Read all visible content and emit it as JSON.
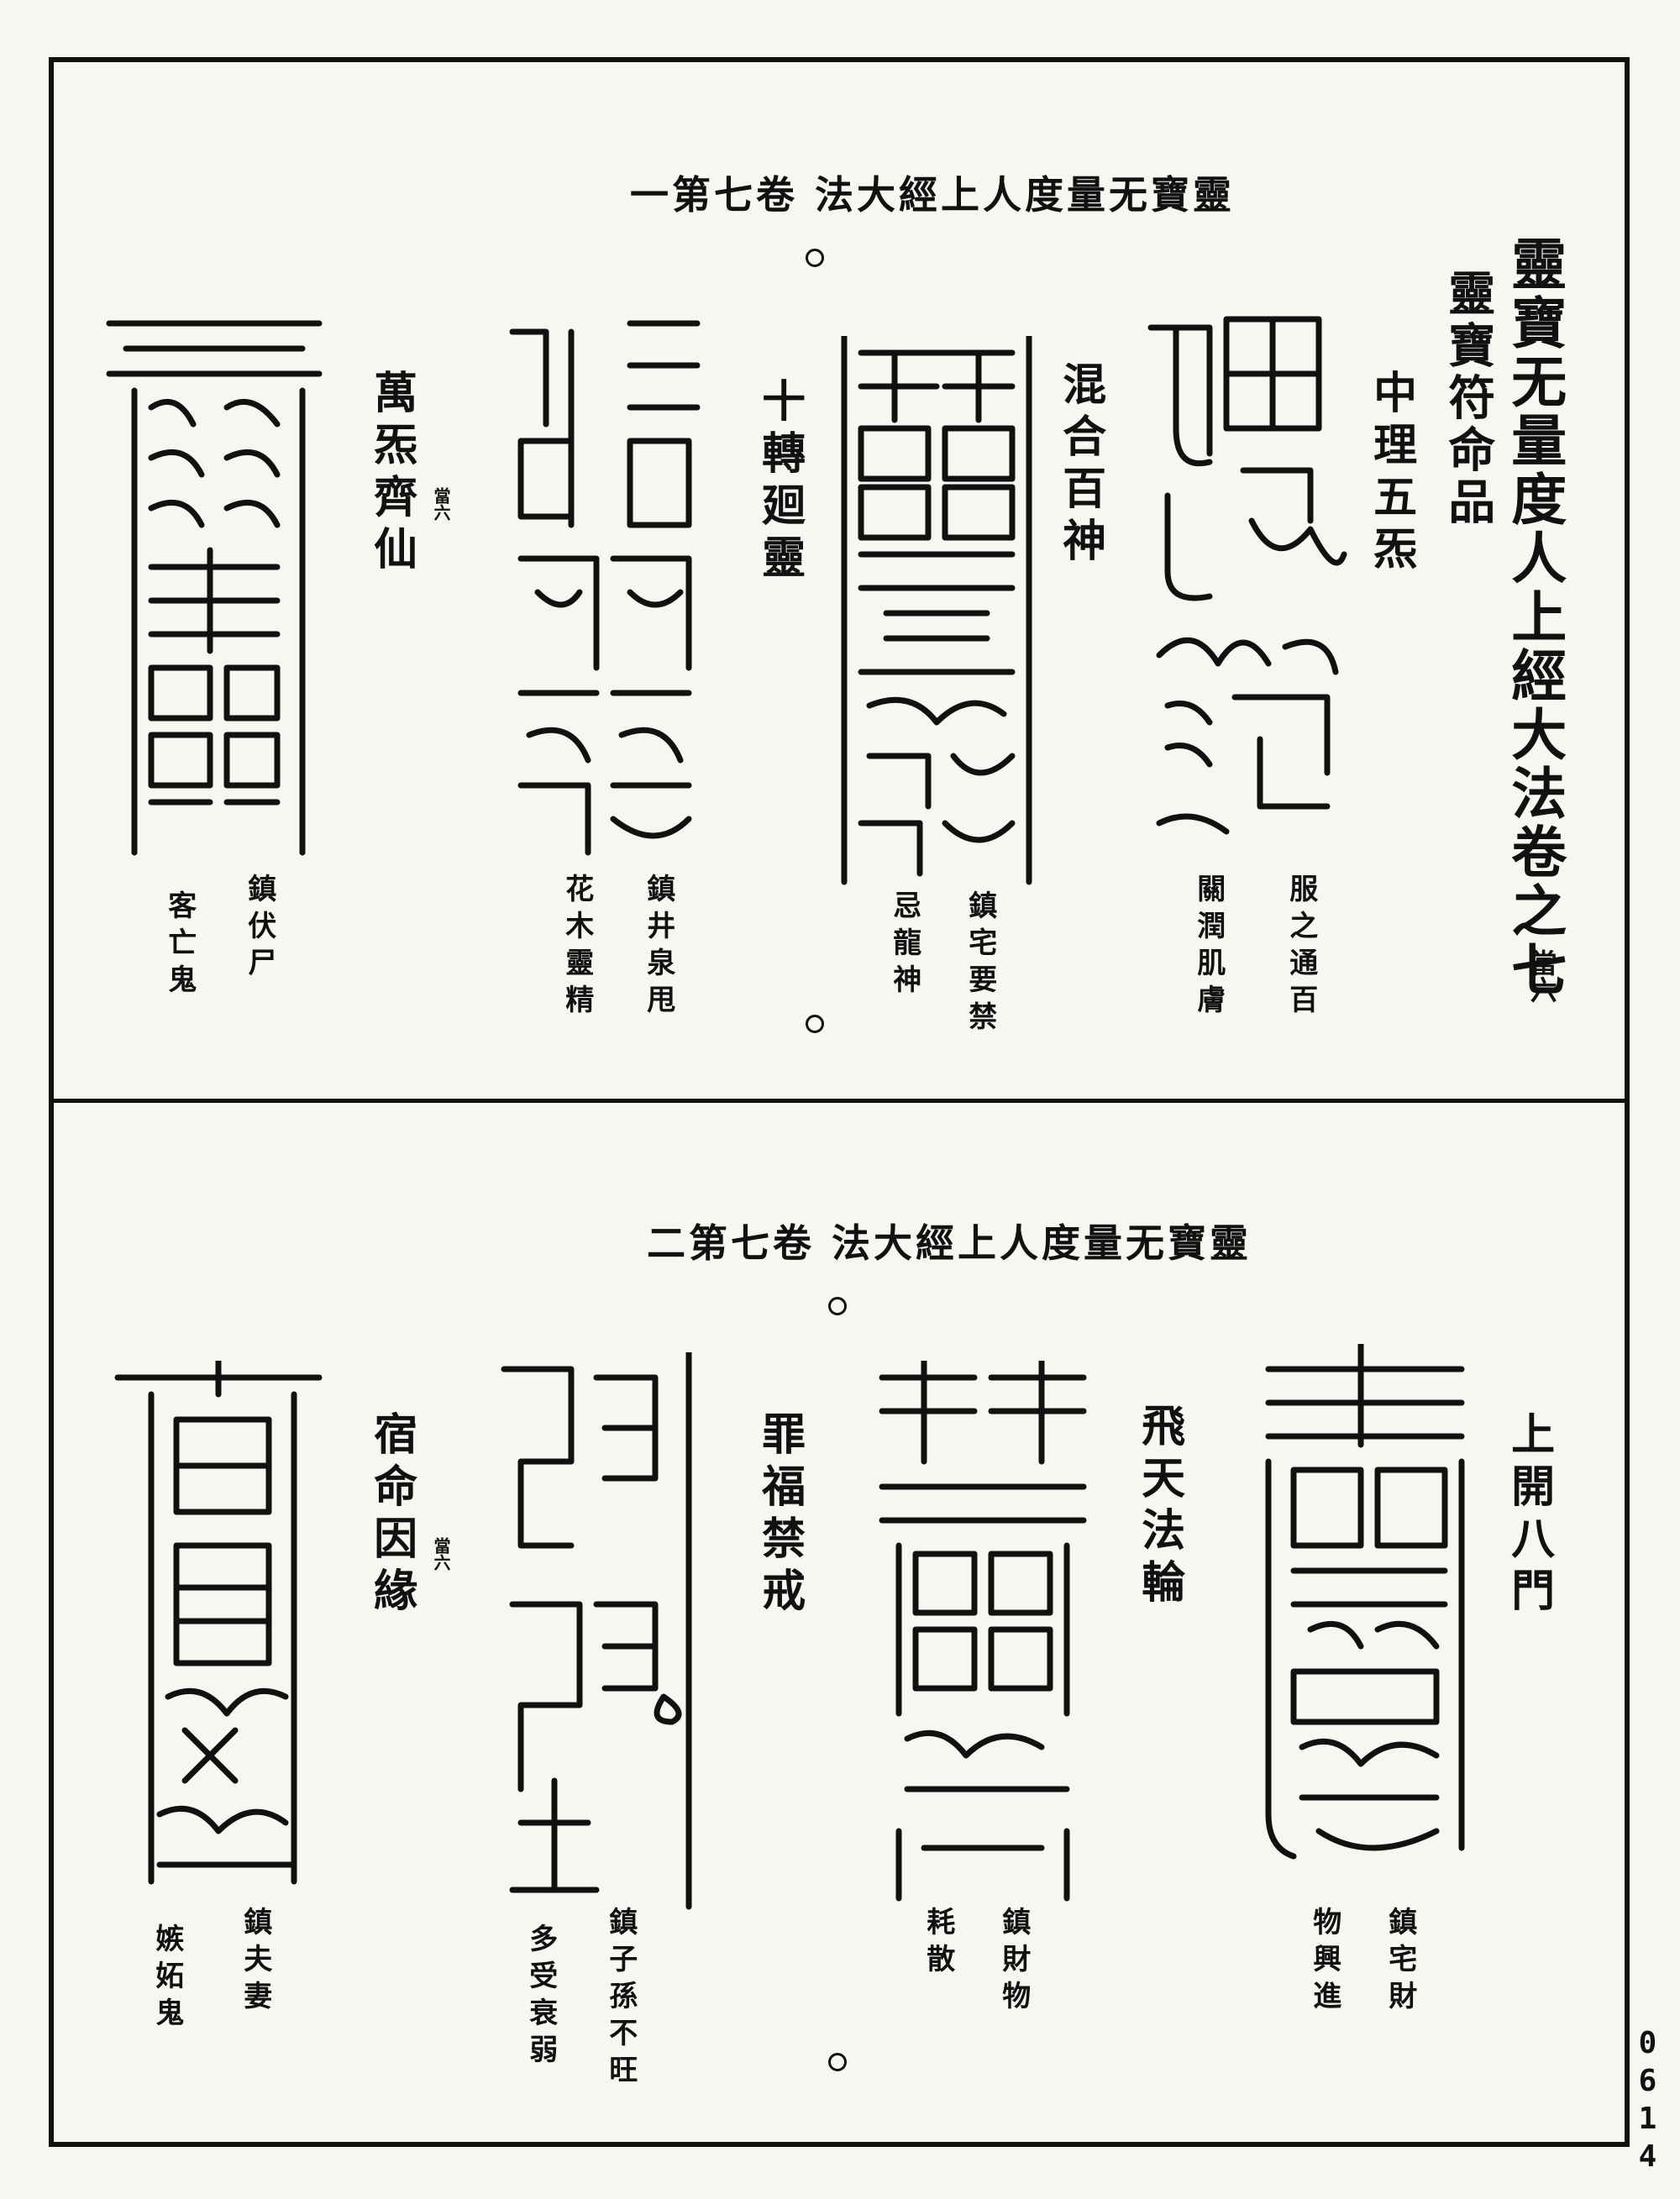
{
  "top": {
    "header": "一第七卷 法大經上人度量无寶靈",
    "book_title": "靈寶无量度人上經大法卷之七",
    "chapter": "靈寶符命品",
    "corner_note": "當六",
    "talismans": [
      {
        "label": "中理五炁",
        "caption_right": "服之通百",
        "caption_left": "關潤肌膚"
      },
      {
        "label": "混合百神",
        "caption_right": "鎮宅要禁",
        "caption_left": "忌龍神"
      },
      {
        "label": "十轉廻靈",
        "caption_right": "鎮井泉甩",
        "caption_left": "花木靈精"
      },
      {
        "label": "萬炁齊仙",
        "label_note": "當六",
        "caption_right": "鎮伏尸",
        "caption_left": "客亡鬼"
      }
    ]
  },
  "bottom": {
    "header": "二第七卷 法大經上人度量无寶靈",
    "talismans": [
      {
        "label": "上開八門",
        "caption_right": "鎮宅財",
        "caption_left": "物興進"
      },
      {
        "label": "飛天法輪",
        "caption_right": "鎮財物",
        "caption_left": "耗散"
      },
      {
        "label": "罪福禁戒",
        "caption_right": "鎮子孫不旺",
        "caption_left": "多受衰弱"
      },
      {
        "label": "宿命因緣",
        "label_note": "當六",
        "caption_right": "鎮夫妻",
        "caption_left": "嫉妬鬼"
      }
    ]
  },
  "page_number": "0614"
}
